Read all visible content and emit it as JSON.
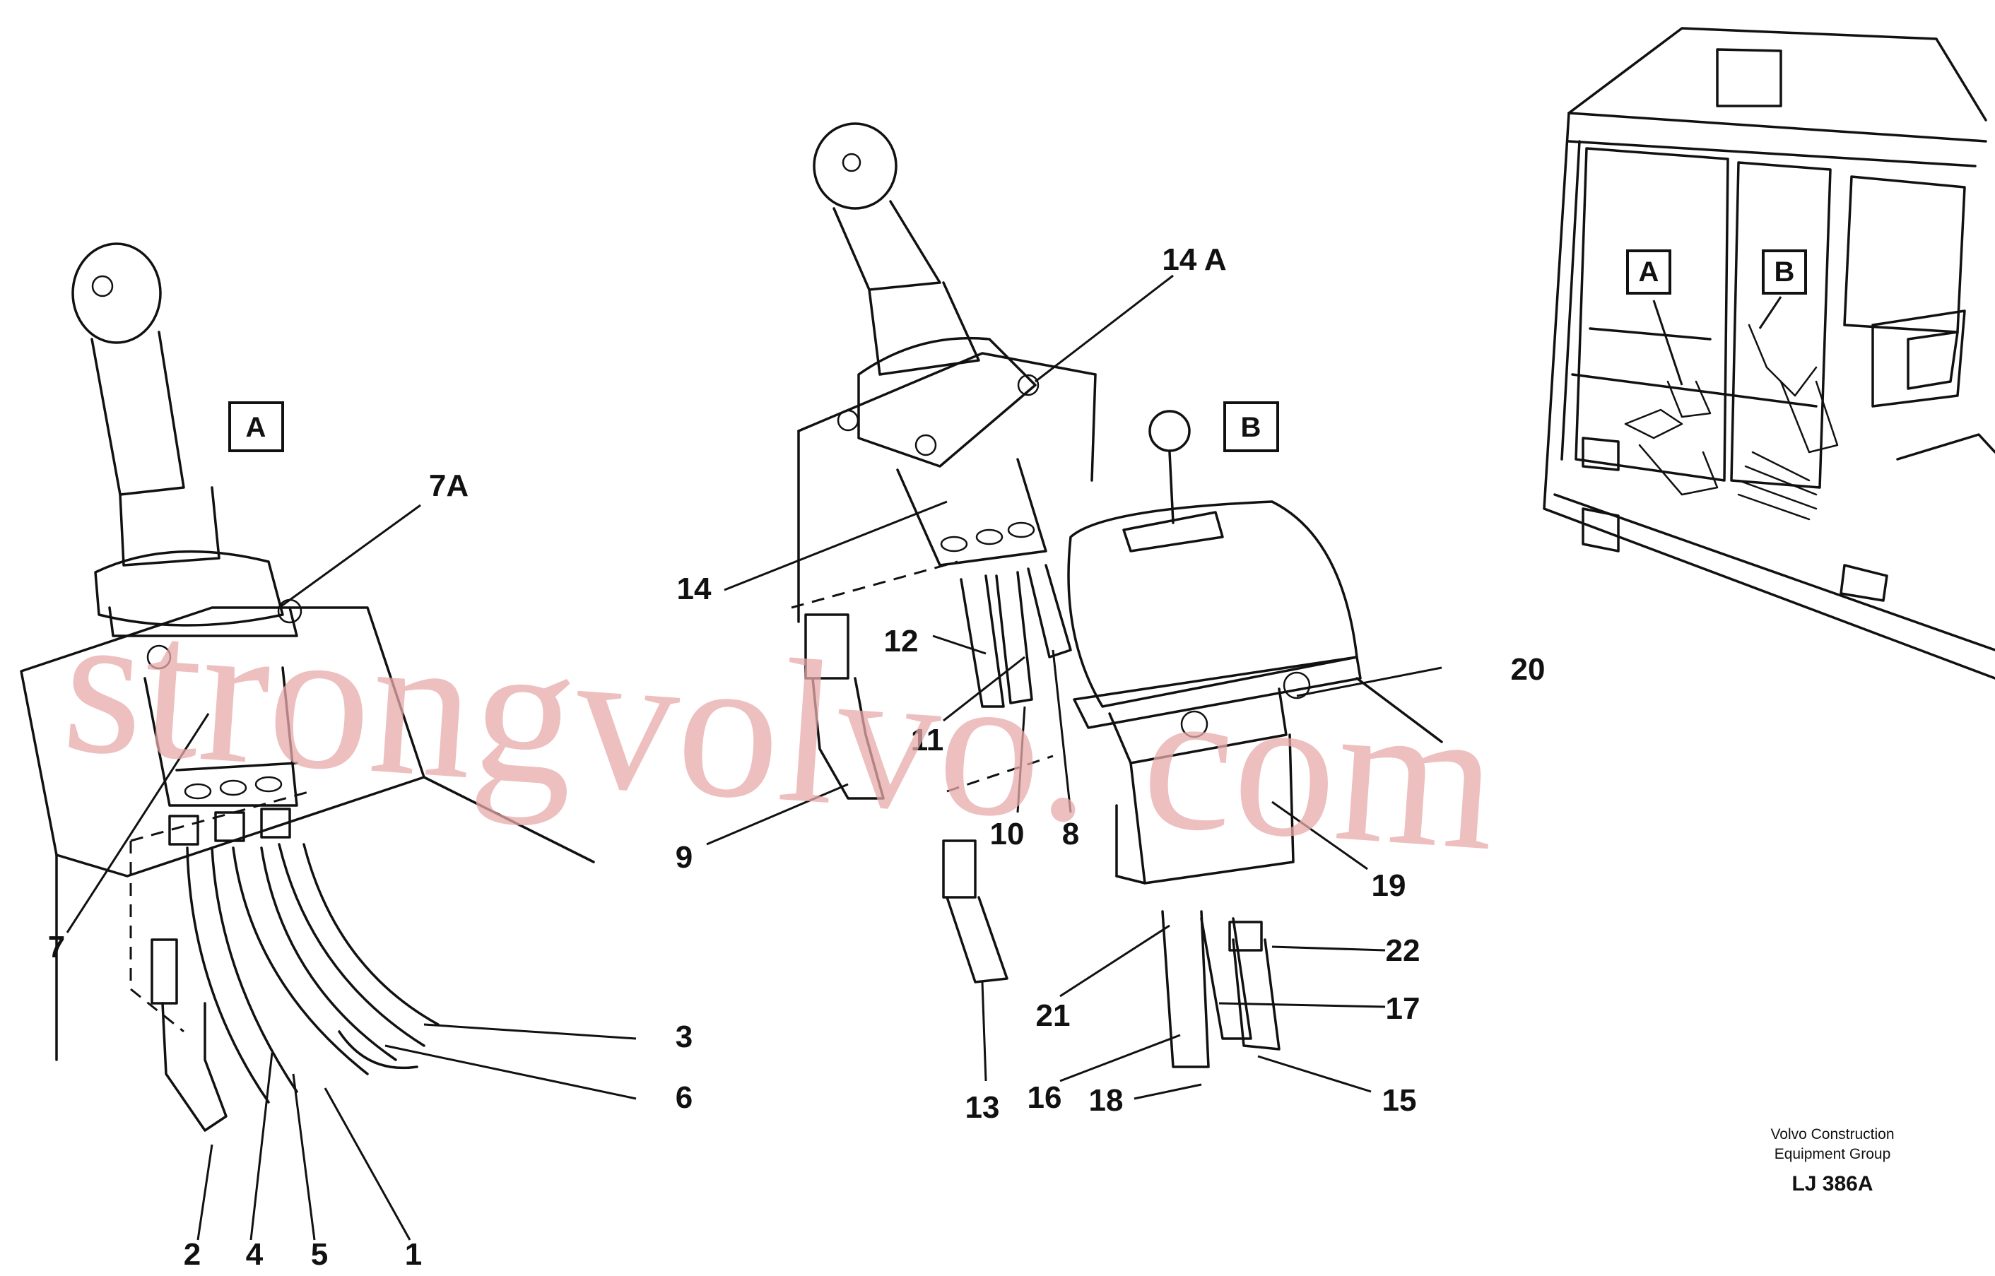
{
  "views": {
    "a": "A",
    "b": "B"
  },
  "callouts": {
    "c1": "1",
    "c2": "2",
    "c3": "3",
    "c4": "4",
    "c5": "5",
    "c6": "6",
    "c7": "7",
    "c7a": "7A",
    "c8": "8",
    "c9": "9",
    "c10": "10",
    "c11": "11",
    "c12": "12",
    "c13": "13",
    "c14": "14",
    "c14a": "14 A",
    "c15": "15",
    "c16": "16",
    "c17": "17",
    "c18": "18",
    "c19": "19",
    "c20": "20",
    "c21": "21",
    "c22": "22"
  },
  "watermark": "strongvolvo. com",
  "credit": {
    "line1": "Volvo Construction",
    "line2": "Equipment Group",
    "drawing_no": "LJ 386A"
  },
  "colors": {
    "ink": "#111111",
    "watermark": "#e7a9a9",
    "paper": "#ffffff"
  }
}
